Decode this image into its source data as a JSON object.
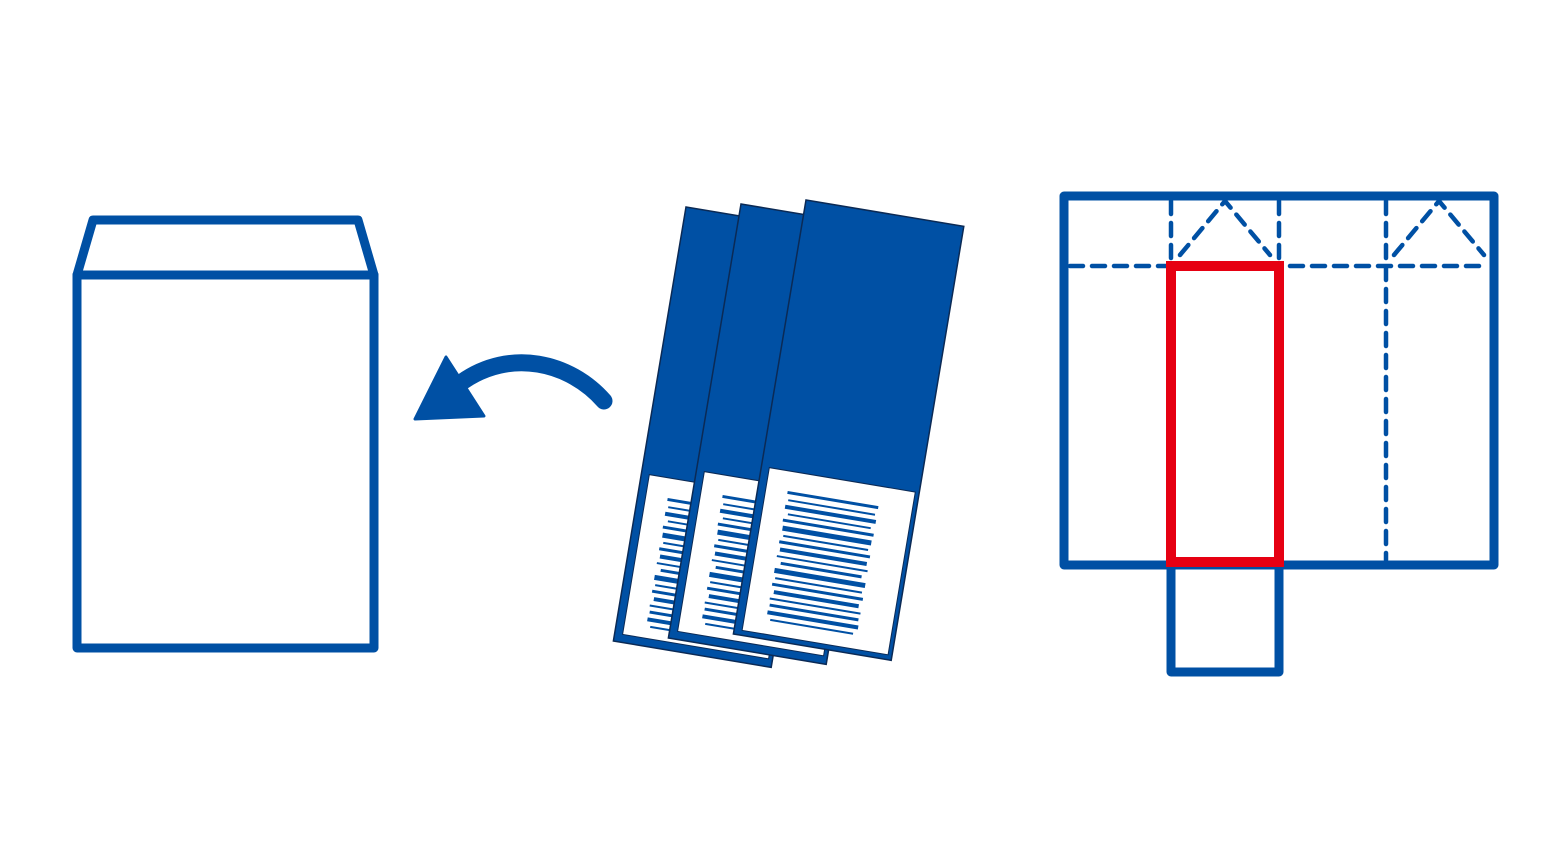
{
  "diagram": {
    "kind": "instructional-illustration",
    "steps": [
      {
        "id": "envelope",
        "icon": "envelope-icon"
      },
      {
        "id": "insert-arrow",
        "icon": "curved-arrow-left-icon"
      },
      {
        "id": "barcode-cards",
        "icon": "barcode-card-stack-icon",
        "count": 3
      },
      {
        "id": "folded-sheet",
        "icon": "folded-sheet-with-highlight-icon"
      }
    ]
  },
  "colors": {
    "primary_blue": "#0050A4",
    "highlight_red": "#E60012",
    "background": "#FFFFFF",
    "card_outline": "#0B2A55"
  }
}
